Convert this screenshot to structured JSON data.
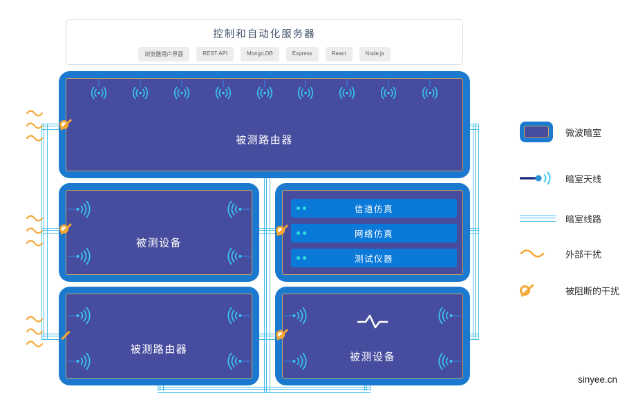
{
  "server": {
    "title": "控制和自动化服务器",
    "tags": [
      "浏览器用户界面",
      "REST API",
      "Mongo.DB",
      "Express",
      "React",
      "Node.js"
    ]
  },
  "chambers": {
    "top": {
      "label": "被测路由器"
    },
    "mid_left": {
      "label": "被测设备"
    },
    "mid_right": {
      "bars": [
        "信道仿真",
        "网络仿真",
        "测试仪器"
      ]
    },
    "bottom_left": {
      "label": "被测路由器"
    },
    "bottom_right": {
      "label": "被测设备"
    }
  },
  "legend": {
    "items": [
      "微波暗室",
      "暗室天线",
      "暗室线路",
      "外部干扰",
      "被阻断的干扰"
    ]
  },
  "watermark": "sinyee.cn",
  "colors": {
    "chamber_outer": "#1b7ad0",
    "chamber_inner": "#474d9e",
    "chamber_trim": "#c9a260",
    "wire": "#45bfe9",
    "antenna": "#38c9f2",
    "bar": "#0a79d8",
    "interference": "#f5a733"
  }
}
